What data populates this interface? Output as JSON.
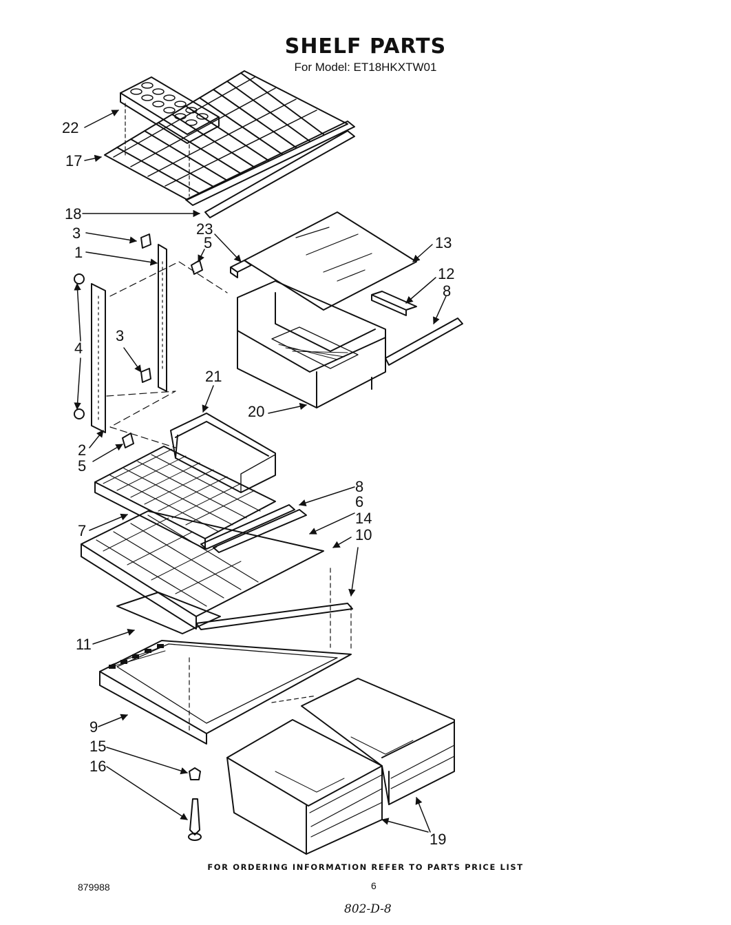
{
  "header": {
    "title": "SHELF PARTS",
    "subtitle": "For Model: ET18HKXTW01"
  },
  "callouts": [
    {
      "id": "c22",
      "label": "22"
    },
    {
      "id": "c17",
      "label": "17"
    },
    {
      "id": "c18",
      "label": "18"
    },
    {
      "id": "c23",
      "label": "23"
    },
    {
      "id": "c3a",
      "label": "3"
    },
    {
      "id": "c5a",
      "label": "5"
    },
    {
      "id": "c1",
      "label": "1"
    },
    {
      "id": "c13",
      "label": "13"
    },
    {
      "id": "c12",
      "label": "12"
    },
    {
      "id": "c8a",
      "label": "8"
    },
    {
      "id": "c4",
      "label": "4"
    },
    {
      "id": "c3b",
      "label": "3"
    },
    {
      "id": "c21",
      "label": "21"
    },
    {
      "id": "c20",
      "label": "20"
    },
    {
      "id": "c2",
      "label": "2"
    },
    {
      "id": "c5b",
      "label": "5"
    },
    {
      "id": "c8b",
      "label": "8"
    },
    {
      "id": "c6",
      "label": "6"
    },
    {
      "id": "c14",
      "label": "14"
    },
    {
      "id": "c10",
      "label": "10"
    },
    {
      "id": "c7",
      "label": "7"
    },
    {
      "id": "c11",
      "label": "11"
    },
    {
      "id": "c9",
      "label": "9"
    },
    {
      "id": "c15",
      "label": "15"
    },
    {
      "id": "c16",
      "label": "16"
    },
    {
      "id": "c19",
      "label": "19"
    }
  ],
  "footer": {
    "ordering_note": "FOR ORDERING INFORMATION REFER TO PARTS PRICE LIST",
    "document_number": "879988",
    "page_number": "6",
    "handwritten_note": "802-D-8"
  },
  "colors": {
    "ink": "#111111",
    "paper": "#ffffff"
  }
}
